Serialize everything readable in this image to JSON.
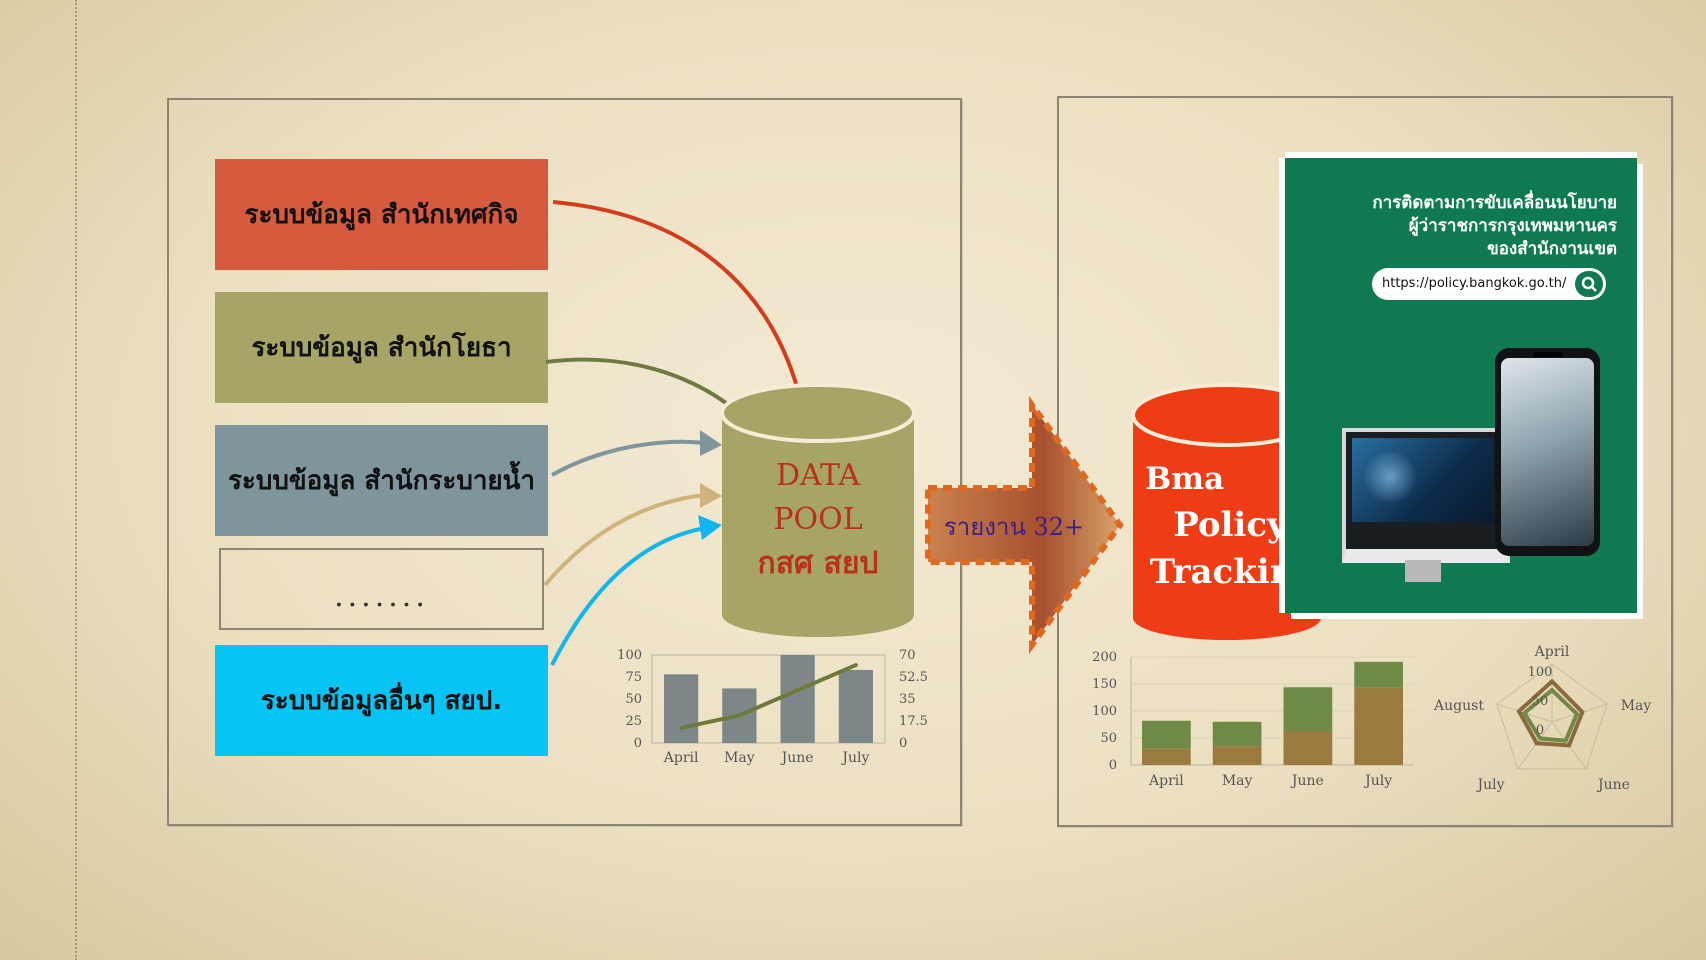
{
  "sources": [
    {
      "label": "ระบบข้อมูล สำนักเทศกิจ",
      "color": "#d55a3e"
    },
    {
      "label": "ระบบข้อมูล สำนักโยธา",
      "color": "#a7a565"
    },
    {
      "label": "ระบบข้อมูล สำนักระบายน้ำ",
      "color": "#7f959c"
    },
    {
      "label": ".......",
      "color": "none"
    },
    {
      "label": "ระบบข้อมูลอื่นๆ สยป.",
      "color": "#06c4f3"
    }
  ],
  "pool": {
    "line1": "DATA",
    "line2": "POOL",
    "line3": "กสศ สยป",
    "color": "#a7a565"
  },
  "report_arrow": {
    "label": "รายงาน 32+"
  },
  "tracking": {
    "line1": "Bma",
    "line2": "Policy",
    "line3": "Tracking",
    "color": "#f03c14"
  },
  "web_panel": {
    "title_lines": [
      "การติดตามการขับเคลื่อนนโยบาย",
      "ผู้ว่าราชการกรุงเทพมหานคร",
      "ของสำนักงานเขต"
    ],
    "url": "https://policy.bangkok.go.th/"
  },
  "chart_data": [
    {
      "type": "bar",
      "categories": [
        "April",
        "May",
        "June",
        "July"
      ],
      "series": [
        {
          "values": [
            78,
            62,
            100,
            83
          ],
          "color": "#7d878a"
        }
      ],
      "line_series": {
        "values": [
          12,
          22,
          42,
          62
        ],
        "color": "#6d7a3a"
      },
      "ylim": [
        0,
        100
      ],
      "yticks": [
        "100",
        "75",
        "50",
        "25",
        "0"
      ],
      "y2lim": [
        0,
        70
      ],
      "y2ticks": [
        "70",
        "52.5",
        "35",
        "17.5",
        "0"
      ]
    },
    {
      "type": "bar",
      "stacked": true,
      "categories": [
        "April",
        "May",
        "June",
        "July"
      ],
      "series": [
        {
          "values": [
            30,
            35,
            62,
            143
          ],
          "color": "#9a7a3e"
        },
        {
          "values": [
            52,
            45,
            82,
            48
          ],
          "color": "#6f8a46"
        }
      ],
      "ylim": [
        0,
        200
      ],
      "yticks": [
        "200",
        "150",
        "100",
        "50",
        "0"
      ]
    },
    {
      "type": "radar",
      "axes": [
        "April",
        "May",
        "June",
        "July",
        "August"
      ],
      "tick_labels": [
        "100",
        "50",
        "0"
      ],
      "series": [
        {
          "values": [
            70,
            55,
            50,
            45,
            60
          ],
          "color": "#8a6a3a"
        },
        {
          "values": [
            55,
            45,
            40,
            35,
            50
          ],
          "color": "#6f8a46"
        }
      ]
    }
  ]
}
